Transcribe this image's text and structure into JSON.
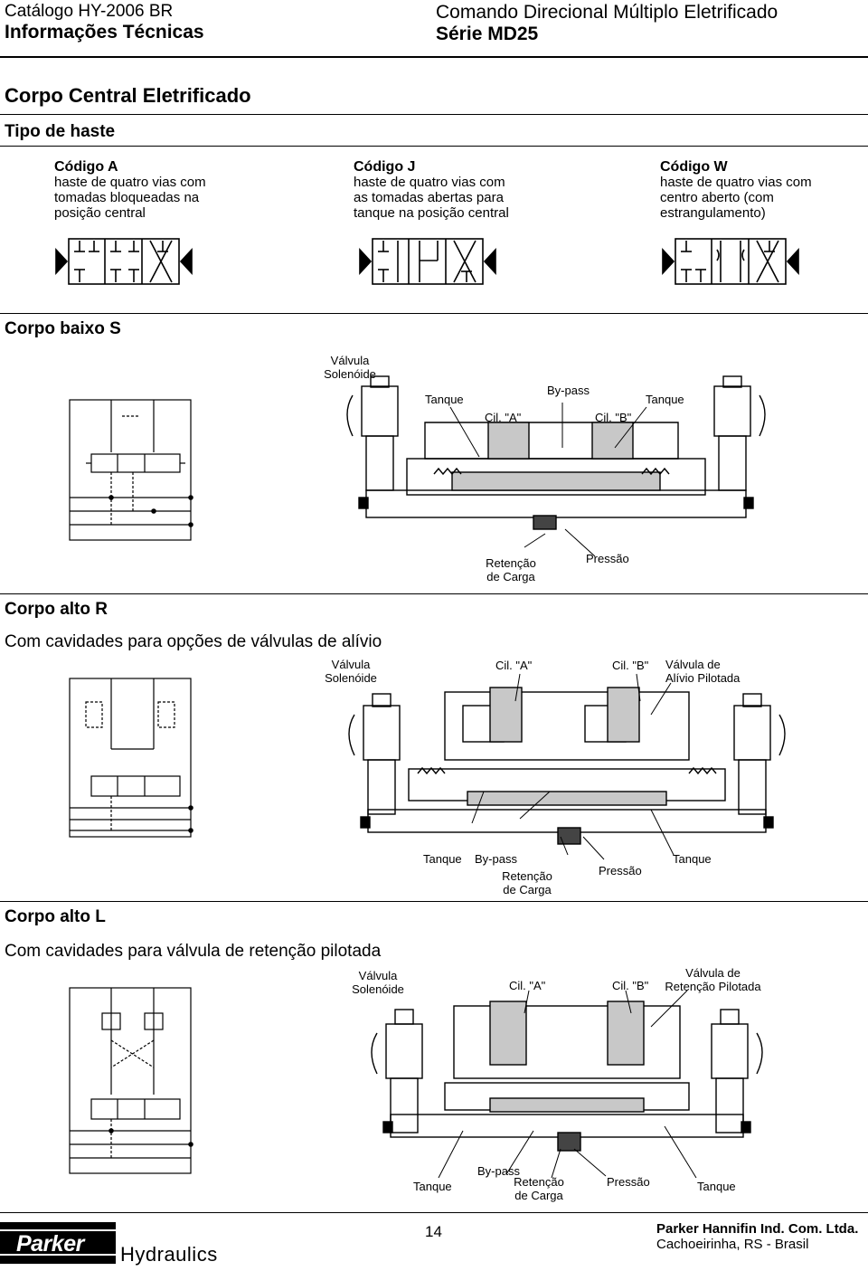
{
  "header": {
    "catalog": "Catálogo HY-2006 BR",
    "section": "Informações Técnicas",
    "product": "Comando Direcional Múltiplo Eletrificado",
    "series": "Série MD25"
  },
  "page_title": "Corpo Central Eletrificado",
  "stem_type": {
    "heading": "Tipo de haste",
    "codes": [
      {
        "title": "Código A",
        "lines": [
          "haste de quatro vias com",
          "tomadas bloqueadas na",
          "posição central"
        ]
      },
      {
        "title": "Código J",
        "lines": [
          "haste de quatro vias com",
          "as tomadas abertas para",
          "tanque na posição central"
        ]
      },
      {
        "title": "Código W",
        "lines": [
          "haste de quatro vias com",
          "centro aberto (com",
          "estrangulamento)"
        ]
      }
    ]
  },
  "body_s": {
    "heading": "Corpo baixo S",
    "labels": {
      "solenoid": [
        "Válvula",
        "Solenóide"
      ],
      "tank_left": "Tanque",
      "bypass": "By-pass",
      "tank_right": "Tanque",
      "cyl_a": "Cil. \"A\"",
      "cyl_b": "Cil. \"B\"",
      "load_check": [
        "Retenção",
        "de Carga"
      ],
      "pressure": "Pressão"
    }
  },
  "body_r": {
    "heading": "Corpo alto R",
    "subheading": "Com cavidades para opções de válvulas de alívio",
    "labels": {
      "solenoid": [
        "Válvula",
        "Solenóide"
      ],
      "cyl_a": "Cil. \"A\"",
      "cyl_b": "Cil. \"B\"",
      "relief": [
        "Válvula de",
        "Alívio Pilotada"
      ],
      "tank_left": "Tanque",
      "bypass": "By-pass",
      "load_check": [
        "Retenção",
        "de Carga"
      ],
      "pressure": "Pressão",
      "tank_right": "Tanque"
    }
  },
  "body_l": {
    "heading": "Corpo alto L",
    "subheading": "Com cavidades para válvula de retenção pilotada",
    "labels": {
      "solenoid": [
        "Válvula",
        "Solenóide"
      ],
      "cyl_a": "Cil. \"A\"",
      "cyl_b": "Cil. \"B\"",
      "pilot_check": [
        "Válvula de",
        "Retenção Pilotada"
      ],
      "tank_left": "Tanque",
      "bypass": "By-pass",
      "load_check": [
        "Retenção",
        "de Carga"
      ],
      "pressure": "Pressão",
      "tank_right": "Tanque"
    }
  },
  "footer": {
    "page_number": "14",
    "company": "Parker Hannifin Ind. Com. Ltda.",
    "city": "Cachoeirinha, RS - Brasil",
    "logo_text": "Parker",
    "division": "Hydraulics"
  }
}
